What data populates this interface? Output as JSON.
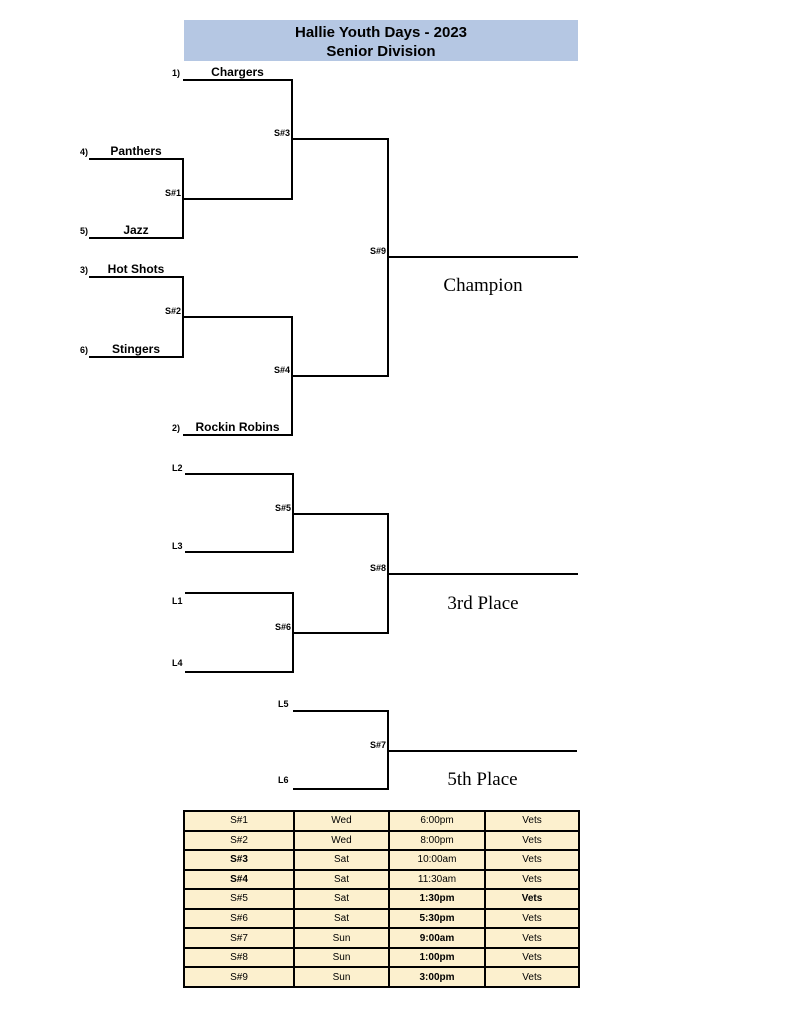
{
  "header": {
    "title": "Hallie Youth Days - 2023",
    "subtitle": "Senior Division"
  },
  "brackets": {
    "main": {
      "slots": [
        {
          "seed": "1)",
          "team": "Chargers"
        },
        {
          "seed": "4)",
          "team": "Panthers"
        },
        {
          "seed": "5)",
          "team": "Jazz"
        },
        {
          "seed": "3)",
          "team": "Hot Shots"
        },
        {
          "seed": "6)",
          "team": "Stingers"
        },
        {
          "seed": "2)",
          "team": "Rockin Robins"
        }
      ],
      "games": {
        "s1": "S#1",
        "s2": "S#2",
        "s3": "S#3",
        "s4": "S#4",
        "s9": "S#9"
      },
      "result": "Champion"
    },
    "third": {
      "slots": {
        "l2": "L2",
        "l3": "L3",
        "l1": "L1",
        "l4": "L4"
      },
      "games": {
        "s5": "S#5",
        "s6": "S#6",
        "s8": "S#8"
      },
      "result": "3rd Place"
    },
    "fifth": {
      "slots": {
        "l5": "L5",
        "l6": "L6"
      },
      "games": {
        "s7": "S#7"
      },
      "result": "5th Place"
    }
  },
  "schedule": {
    "rows": [
      {
        "game": "S#1",
        "day": "Wed",
        "time": "6:00pm",
        "venue": "Vets",
        "game_bold": false,
        "time_bold": false,
        "venue_bold": false
      },
      {
        "game": "S#2",
        "day": "Wed",
        "time": "8:00pm",
        "venue": "Vets",
        "game_bold": false,
        "time_bold": false,
        "venue_bold": false
      },
      {
        "game": "S#3",
        "day": "Sat",
        "time": "10:00am",
        "venue": "Vets",
        "game_bold": true,
        "time_bold": false,
        "venue_bold": false
      },
      {
        "game": "S#4",
        "day": "Sat",
        "time": "11:30am",
        "venue": "Vets",
        "game_bold": true,
        "time_bold": false,
        "venue_bold": false
      },
      {
        "game": "S#5",
        "day": "Sat",
        "time": "1:30pm",
        "venue": "Vets",
        "game_bold": false,
        "time_bold": true,
        "venue_bold": true
      },
      {
        "game": "S#6",
        "day": "Sat",
        "time": "5:30pm",
        "venue": "Vets",
        "game_bold": false,
        "time_bold": true,
        "venue_bold": false
      },
      {
        "game": "S#7",
        "day": "Sun",
        "time": "9:00am",
        "venue": "Vets",
        "game_bold": false,
        "time_bold": true,
        "venue_bold": false
      },
      {
        "game": "S#8",
        "day": "Sun",
        "time": "1:00pm",
        "venue": "Vets",
        "game_bold": false,
        "time_bold": true,
        "venue_bold": false
      },
      {
        "game": "S#9",
        "day": "Sun",
        "time": "3:00pm",
        "venue": "Vets",
        "game_bold": false,
        "time_bold": true,
        "venue_bold": false
      }
    ]
  },
  "colors": {
    "banner_bg": "#B5C7E3",
    "table_bg": "#FCF0CE",
    "line": "#000000"
  }
}
